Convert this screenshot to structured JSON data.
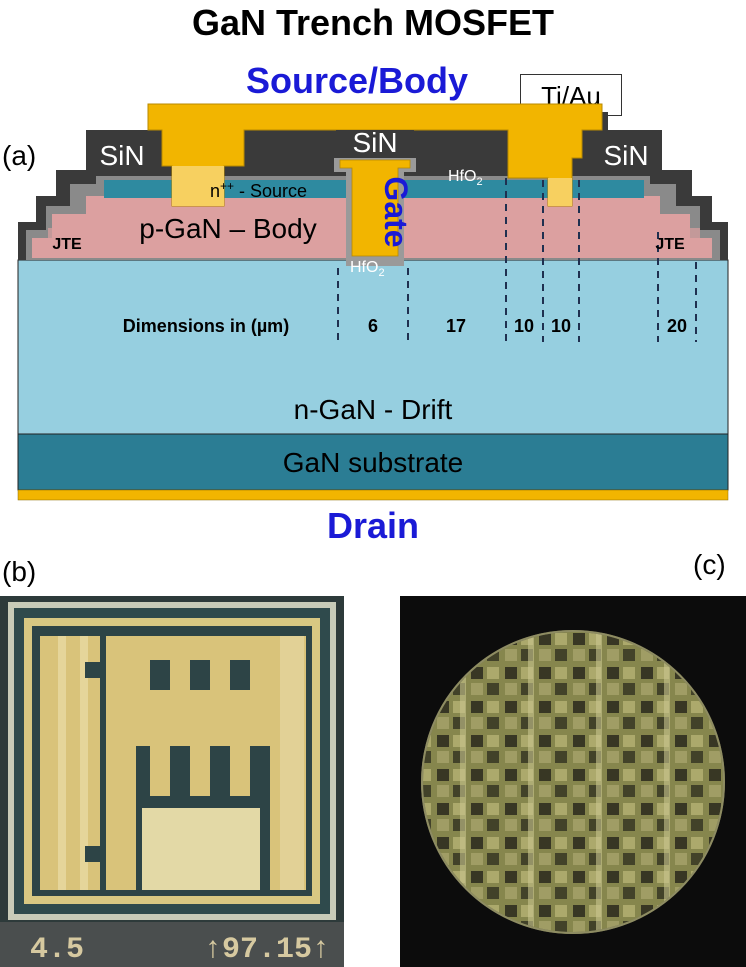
{
  "title": "GaN Trench MOSFET",
  "panel_labels": {
    "a": "(a)",
    "b": "(b)",
    "c": "(c)"
  },
  "cross_section": {
    "source_body": "Source/Body",
    "metal": "Ti/Au",
    "drain": "Drain",
    "sin_left": "SiN",
    "sin_center": "SiN",
    "sin_right": "SiN",
    "gate": "Gate",
    "hfo2_top": "HfO",
    "hfo2_bottom": "HfO",
    "subscript_2": "2",
    "n_source_prefix": "n",
    "n_source_sup": "++",
    "n_source_suffix": " - Source",
    "body": "p-GaN – Body",
    "jte_left": "JTE",
    "jte_right": "JTE",
    "dimensions_label": "Dimensions in (µm)",
    "dims": [
      "6",
      "17",
      "10",
      "10",
      "20"
    ],
    "drift": "n-GaN - Drift",
    "substrate": "GaN substrate"
  },
  "device_photo": {
    "readout_left": "4.5",
    "readout_right": "↑97.15↑"
  },
  "colors": {
    "gold": "#f2b500",
    "sin": "#3a3a3a",
    "n_source": "#2e8aa0",
    "p_body": "#dca0a0",
    "drift": "#96cfe0",
    "substrate": "#2b7d94",
    "label_blue": "#1a1ad6"
  }
}
